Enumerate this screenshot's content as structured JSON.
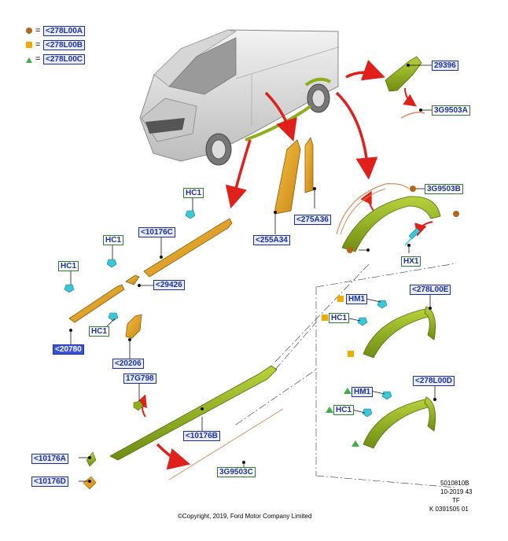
{
  "legend": [
    {
      "symbol": "circle",
      "color": "#b5651d",
      "eq": "=",
      "label": "<278L00A"
    },
    {
      "symbol": "square",
      "color": "#f2a900",
      "eq": "=",
      "label": "<278L00B"
    },
    {
      "symbol": "triangle",
      "color": "#3cb043",
      "eq": "=",
      "label": "<278L00C"
    }
  ],
  "callouts": {
    "c29396": "29396",
    "c3G9503A": "3G9503A",
    "c3G9503B": "3G9503B",
    "cHX1": "HX1",
    "c275A36": "<275A36",
    "c255A34": "<255A34",
    "cHC1a": "HC1",
    "cHC1b": "HC1",
    "cHC1c": "HC1",
    "cHC1d": "HC1",
    "c10176C": "<10176C",
    "c29426": "<29426",
    "c20780": "<20780",
    "c20206": "<20206",
    "c17G798": "17G798",
    "c10176B": "<10176B",
    "c10176A": "<10176A",
    "c10176D": "<10176D",
    "c3G9503C": "3G9503C",
    "cHM1a": "HM1",
    "cHC1e": "HC1",
    "c278L00E": "<278L00E",
    "cHM1b": "HM1",
    "cHC1f": "HC1",
    "c278L00D": "<278L00D"
  },
  "footer": {
    "ref1": "5010810B",
    "ref2": "10-2019 43",
    "ref3": "TF",
    "ref4": "K 0391505 01",
    "copyright": "©Copyright, 2019, Ford Motor Company Limited"
  },
  "colors": {
    "marker_circle": "#b5651d",
    "marker_square": "#f2a900",
    "marker_triangle": "#3cb043",
    "arrow": "#e0201a",
    "part_green": "#8fae1b",
    "part_yellow": "#e8a317",
    "clip_cyan": "#3cc7d6"
  }
}
